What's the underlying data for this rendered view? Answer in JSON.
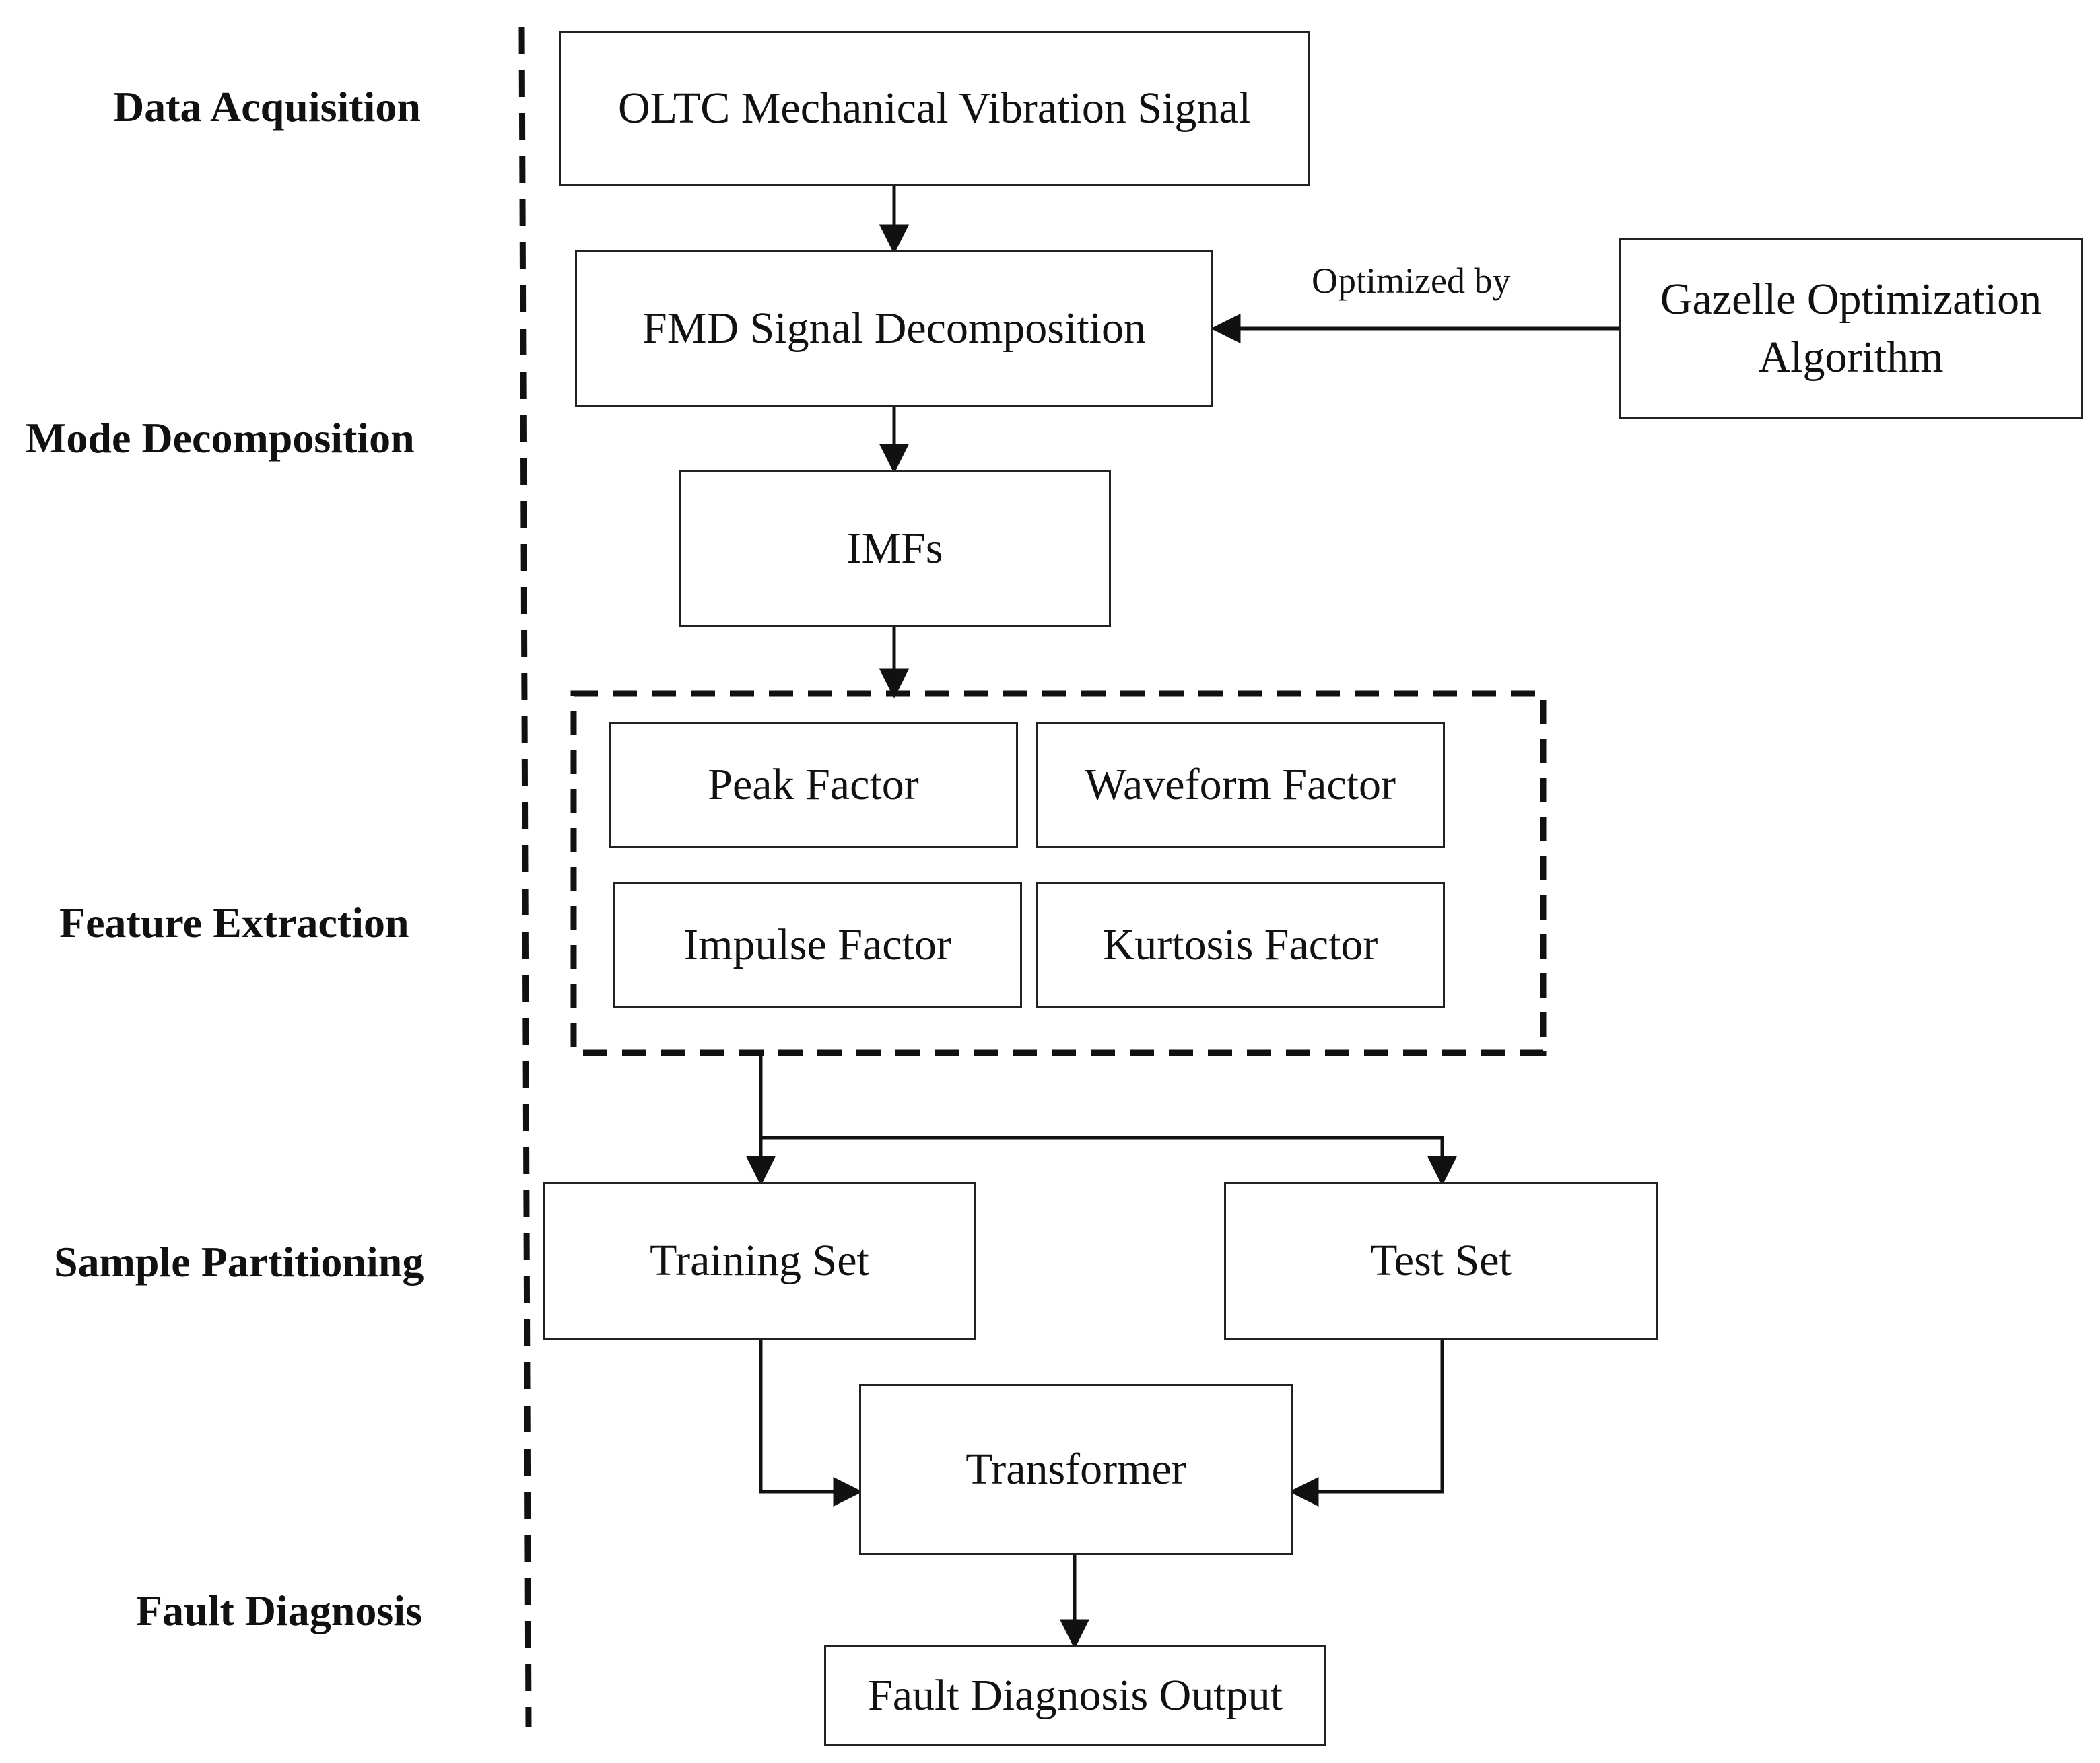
{
  "stages": {
    "data_acquisition": "Data Acquisition",
    "mode_decomposition": "Mode Decomposition",
    "feature_extraction": "Feature Extraction",
    "sample_partitioning": "Sample Partitioning",
    "fault_diagnosis": "Fault Diagnosis"
  },
  "nodes": {
    "oltc_signal": "OLTC Mechanical Vibration Signal",
    "fmd": "FMD Signal Decomposition",
    "gazelle_line1": "Gazelle Optimization",
    "gazelle_line2": "Algorithm",
    "imfs": "IMFs",
    "peak_factor": "Peak Factor",
    "waveform_factor": "Waveform Factor",
    "impulse_factor": "Impulse Factor",
    "kurtosis_factor": "Kurtosis Factor",
    "training_set": "Training Set",
    "test_set": "Test Set",
    "transformer": "Transformer",
    "output": "Fault Diagnosis Output"
  },
  "edges": {
    "optimized_by": "Optimized by"
  }
}
